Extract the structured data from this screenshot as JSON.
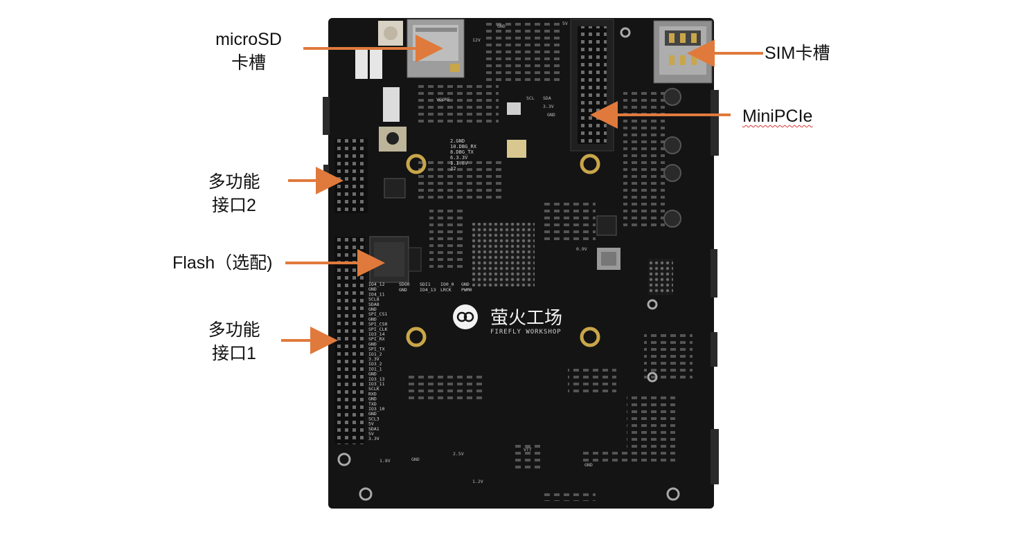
{
  "labels": {
    "microsd": {
      "line1": "microSD",
      "line2": "卡槽"
    },
    "sim": "SIM卡槽",
    "minipcie": "MiniPCIe",
    "multi2": {
      "line1": "多功能",
      "line2": "接口2"
    },
    "flash": "Flash（选配)",
    "multi1": {
      "line1": "多功能",
      "line2": "接口1"
    }
  },
  "board_silkscreen": {
    "logo_cn": "萤火工场",
    "logo_en": "FIREFLY WORKSHOP",
    "pins_left": [
      "IO4_12",
      "GND",
      "IO4_11",
      "SCL8",
      "SDA8",
      "GND",
      "SPI_CS1",
      "GND",
      "SPI_CS0",
      "SPI_CLK",
      "IO3_14",
      "SPI_RX",
      "GND",
      "SPI_TX",
      "IO1_2",
      "3.3V",
      "IO3_2",
      "IO1_1",
      "GND",
      "IO3_13",
      "IO3_11",
      "SCLK",
      "RXD",
      "GND",
      "TXD",
      "IO3_10",
      "GND",
      "SCL3",
      "5V",
      "SDA1",
      "5V",
      "3.3V"
    ],
    "pins_mid": [
      "SDO0",
      "GND",
      "SDI1",
      "IO4_13",
      "IO0_0",
      "LRCK",
      "GND",
      "PWM0"
    ],
    "debug": [
      "2.GND",
      "10.DBG_RX",
      "8.DBG_TX",
      "6.3.3V",
      "1.1.8V",
      "J2"
    ],
    "misc": [
      "GND",
      "5V",
      "12V",
      "VCORE",
      "SCL",
      "SDA",
      "3.3V",
      "GND",
      "0.9V",
      "1.8V",
      "GND",
      "2.5V",
      "1.2V",
      "VTT",
      "GND"
    ]
  },
  "colors": {
    "arrow": "#e07a3c",
    "board": "#141414",
    "pad_gold": "#c9a64a",
    "text_white": "#f2f2f2"
  }
}
